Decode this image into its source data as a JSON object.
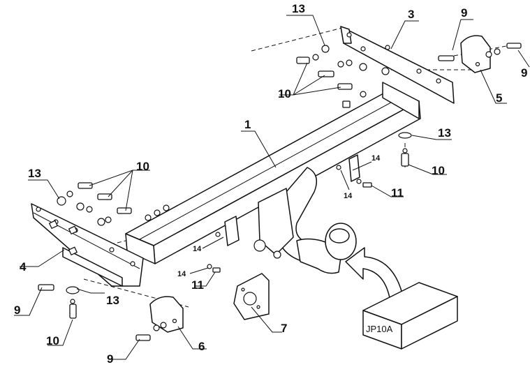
{
  "callouts": {
    "c1": "1",
    "c3": "3",
    "c4": "4",
    "c5": "5",
    "c6": "6",
    "c7": "7",
    "c9a": "9",
    "c9b": "9",
    "c9c": "9",
    "c9d": "9",
    "c10a": "10",
    "c10b": "10",
    "c10c": "10",
    "c10d": "10",
    "c11a": "11",
    "c11b": "11",
    "c13a": "13",
    "c13b": "13",
    "c13c": "13",
    "c13d": "13",
    "c14a": "14",
    "c14b": "14",
    "c14c": "14",
    "c14d": "14"
  },
  "model_box": {
    "label": "JP10A"
  }
}
